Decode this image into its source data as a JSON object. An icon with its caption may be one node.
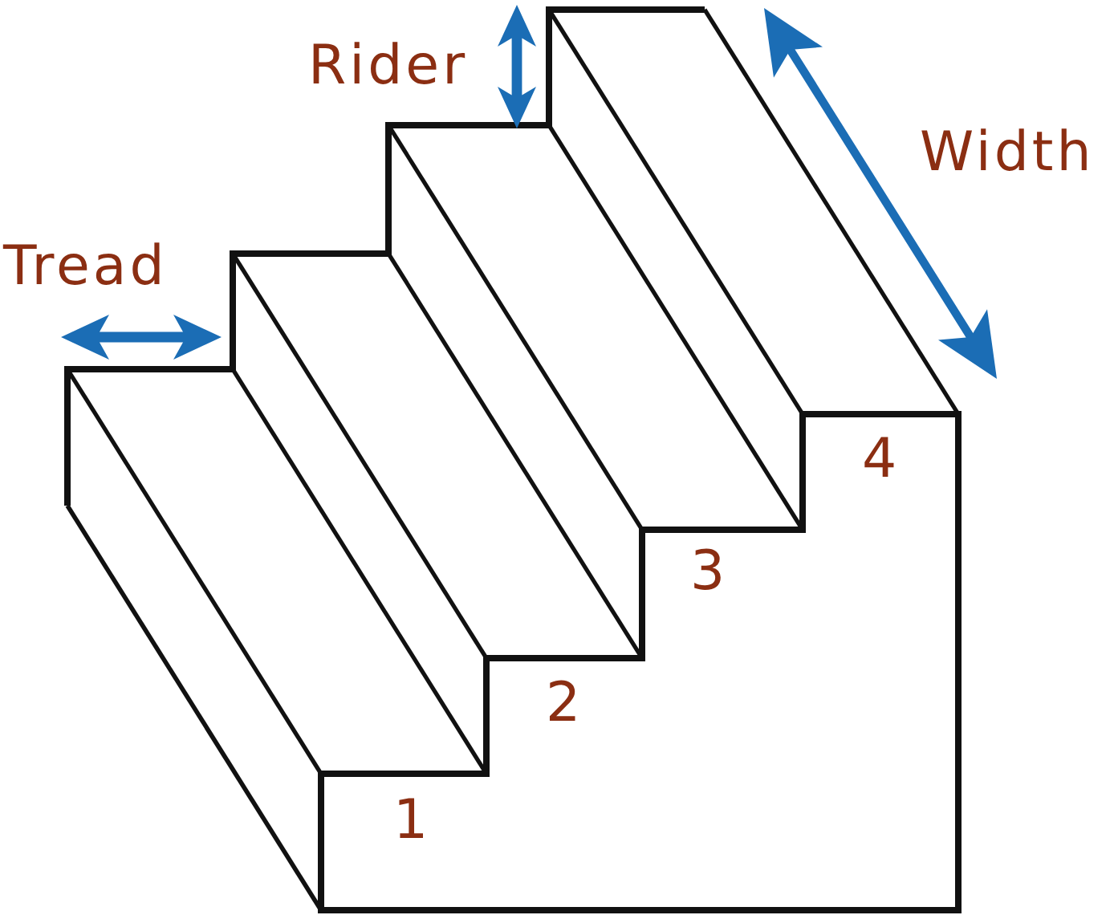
{
  "diagram": {
    "labels": [
      "Rider",
      "Width",
      "Tread",
      "4",
      "3",
      "2",
      "1"
    ]
  }
}
